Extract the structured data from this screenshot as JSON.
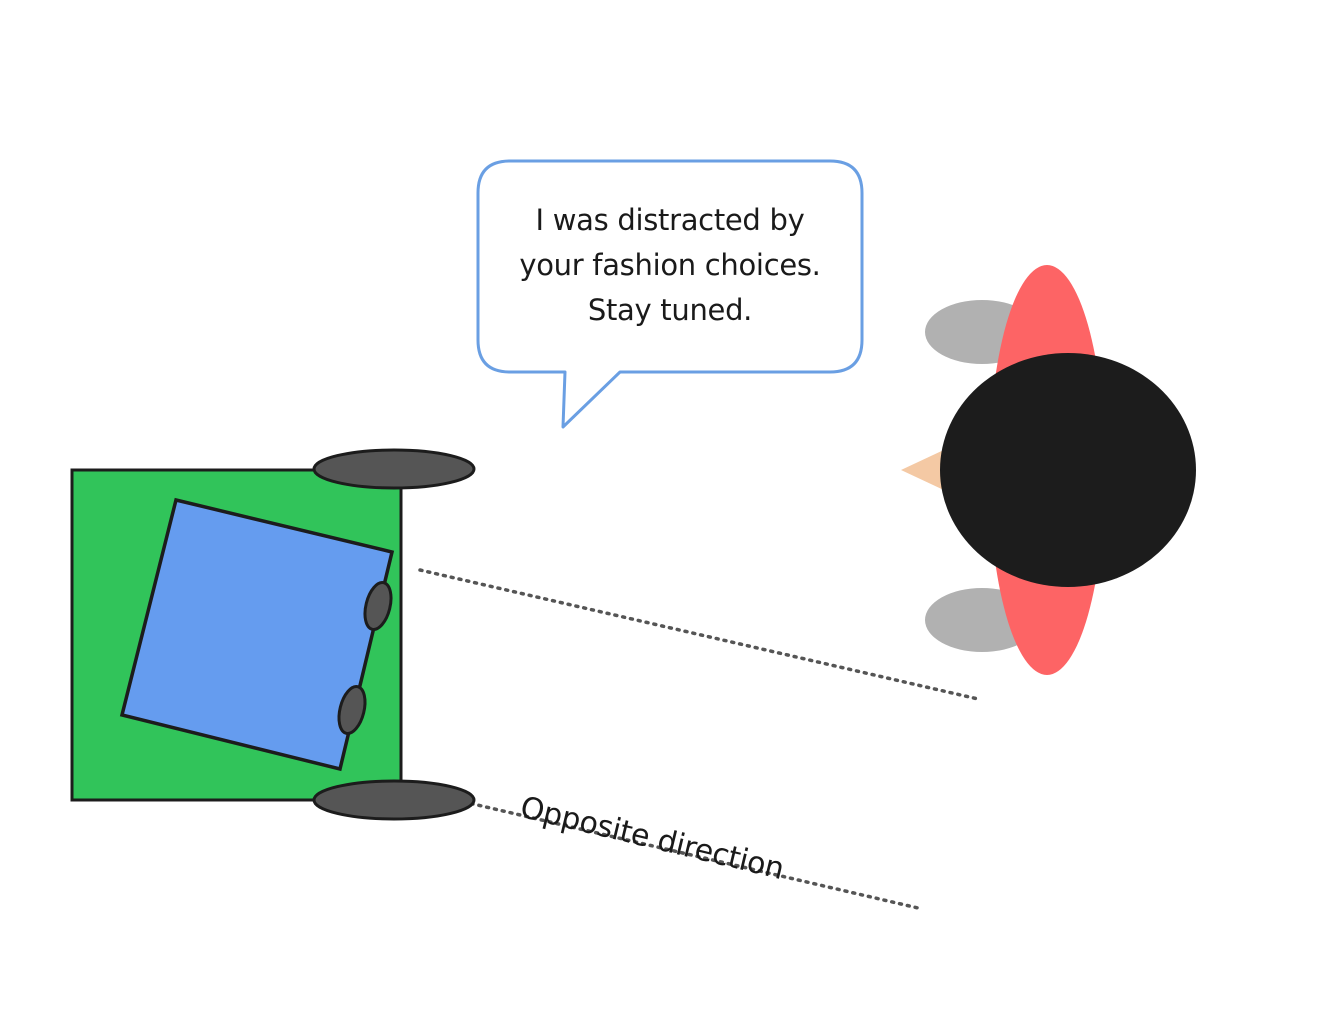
{
  "speech_bubble": {
    "lines": [
      "I was distracted by",
      "your fashion choices.",
      "Stay tuned."
    ]
  },
  "direction_label": "Opposite direction",
  "colors": {
    "robot_body": "#31c45a",
    "robot_top": "#659cef",
    "wheels": "#555555",
    "bubble_border": "#6a9fe3",
    "person_body": "#fd6465",
    "person_head": "#1c1c1c",
    "person_feet": "#b1b1b1",
    "person_nose": "#f4c9a4",
    "dotted_line": "#555555"
  }
}
